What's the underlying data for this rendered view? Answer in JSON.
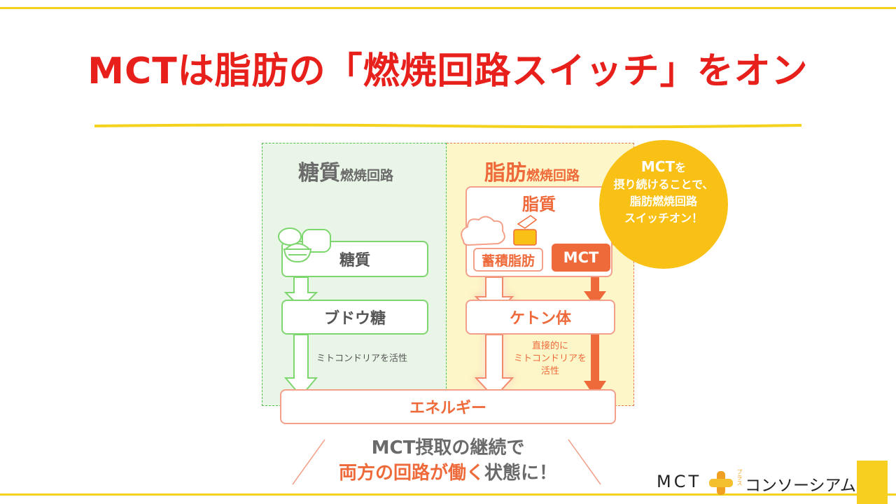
{
  "title": "MCTは脂肪の「燃焼回路スイッチ」をオン",
  "colors": {
    "title_red": "#e8201c",
    "accent_yellow": "#f5d21e",
    "green": "#7ed66f",
    "orange": "#ef6a3a",
    "bubble_yellow": "#f9c116"
  },
  "left_panel": {
    "heading_big": "糖質",
    "heading_small": "燃焼回路",
    "box_sugar": "糖質",
    "box_glucose": "ブドウ糖",
    "note": "ミトコンドリアを活性",
    "icon": "rice-bread-icon"
  },
  "right_panel": {
    "heading_big": "脂肪",
    "heading_small": "燃焼回路",
    "fat_label": "脂質",
    "stored_fat": "蓄積脂肪",
    "mct": "MCT",
    "ketone": "ケトン体",
    "note_lines": [
      "直接的に",
      "ミトコンドリアを",
      "活性"
    ],
    "icons": [
      "fat-cloud-icon",
      "switch-press-icon"
    ]
  },
  "bubble": {
    "line1": "MCT",
    "line1_suffix": "を",
    "line2": "摂り続けることで、",
    "line3": "脂肪燃焼回路",
    "line4": "スイッチオン！"
  },
  "energy": "エネルギー",
  "conclusion": {
    "line1": "MCT摂取の継続で",
    "line2_highlight": "両方の回路が働く",
    "line2_rest": "状態に！"
  },
  "logo": {
    "mct": "MCT",
    "plus_small": "プラス",
    "rest": "コンソーシアム"
  }
}
